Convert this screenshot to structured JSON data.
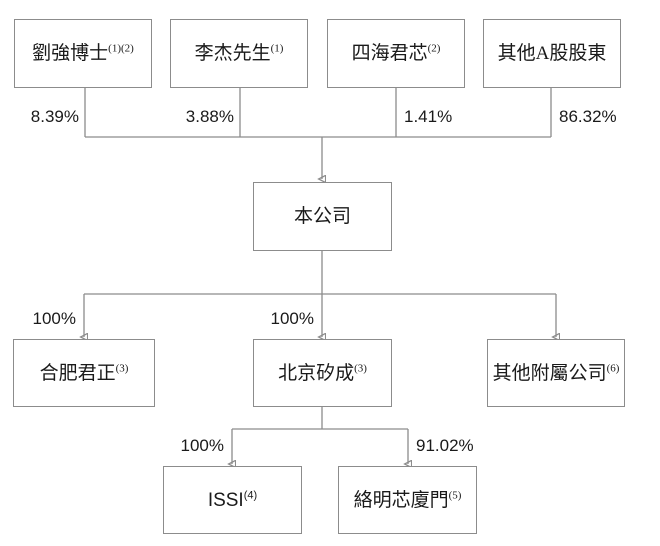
{
  "diagram": {
    "title": "shareholding-structure-chart",
    "colors": {
      "box_border": "#8c8c8c",
      "line": "#8c8c8c",
      "arrow": "#2b2b2b",
      "text": "#1a1a1a",
      "background": "#ffffff"
    },
    "tier1": {
      "nodes": [
        {
          "name": "劉強博士",
          "superscript": "(1)(2)"
        },
        {
          "name": "李杰先生",
          "superscript": "(1)"
        },
        {
          "name": "四海君芯",
          "superscript": "(2)"
        },
        {
          "name": "其他A股股東",
          "superscript": ""
        }
      ],
      "percentages": [
        "8.39%",
        "3.88%",
        "1.41%",
        "86.32%"
      ]
    },
    "tier2": {
      "nodes": [
        {
          "name": "本公司",
          "superscript": ""
        }
      ]
    },
    "tier3": {
      "nodes": [
        {
          "name": "合肥君正",
          "superscript": "(3)"
        },
        {
          "name": "北京矽成",
          "superscript": "(3)"
        },
        {
          "name": "其他附屬公司",
          "superscript": "(6)"
        }
      ],
      "percentages": [
        "100%",
        "100%"
      ]
    },
    "tier4": {
      "nodes": [
        {
          "name": "ISSI",
          "superscript": "(4)"
        },
        {
          "name": "絡明芯廈門",
          "superscript": "(5)"
        }
      ],
      "percentages": [
        "100%",
        "91.02%"
      ]
    }
  }
}
